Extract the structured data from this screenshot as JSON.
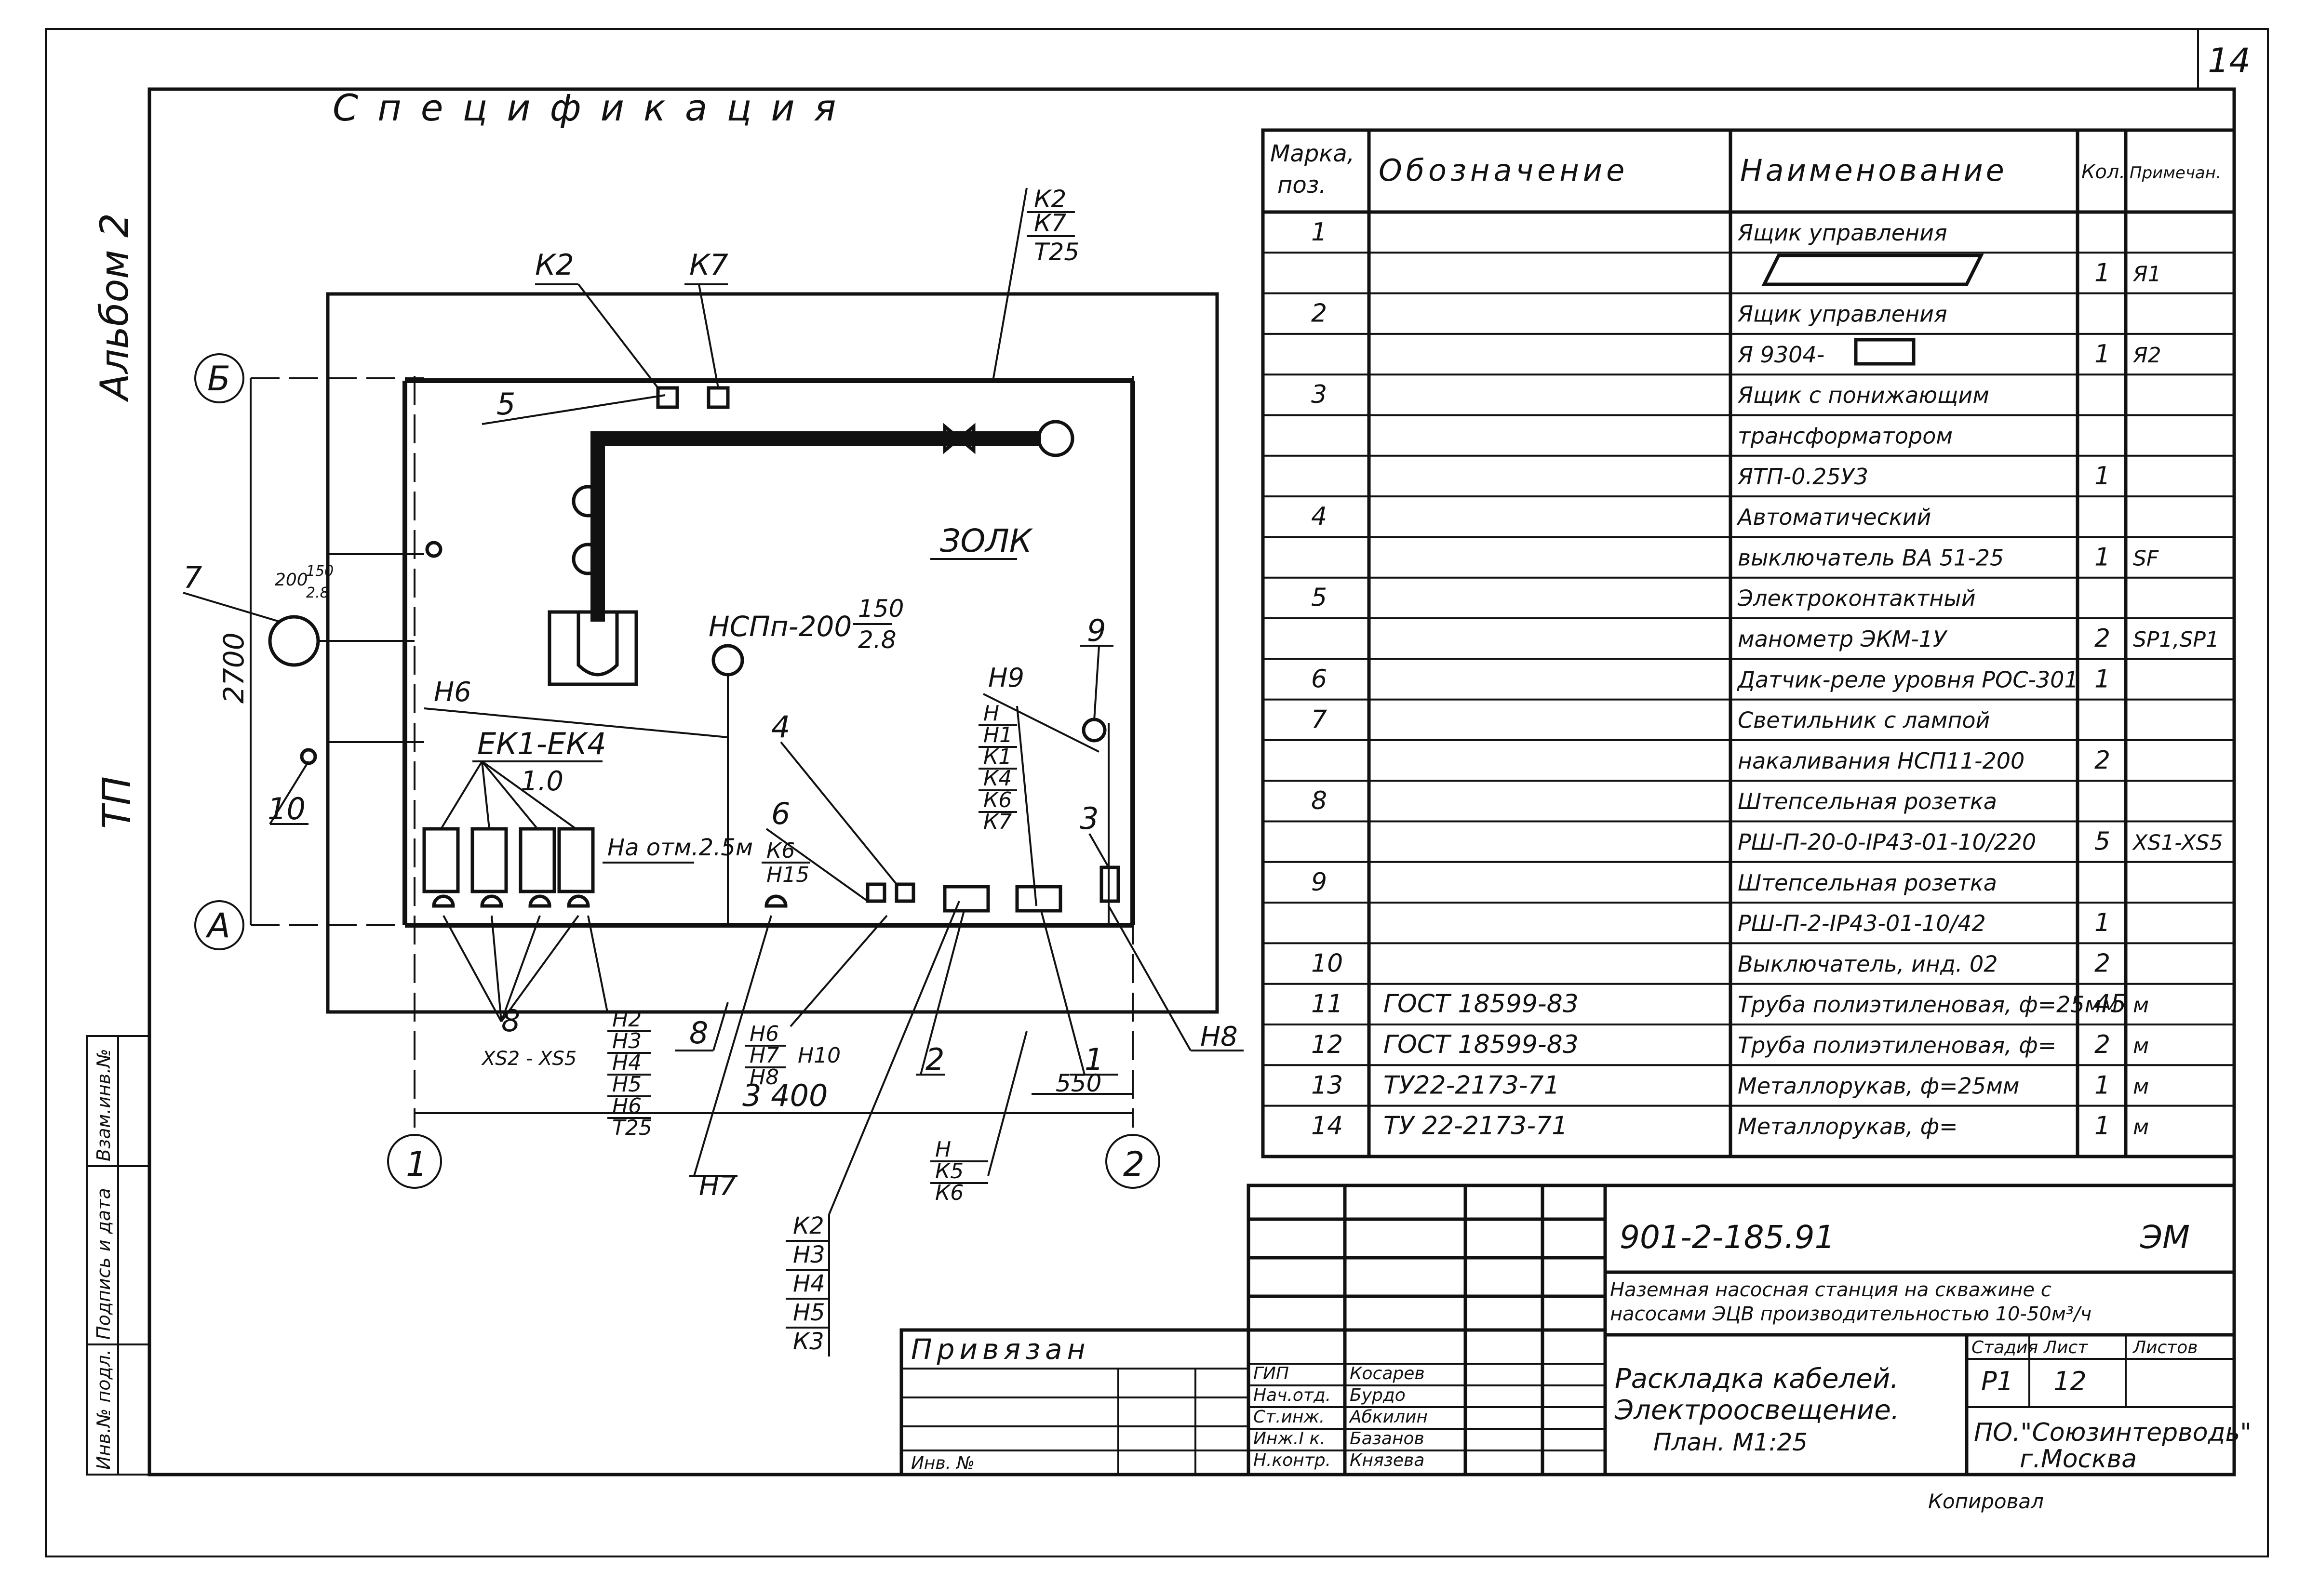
{
  "sheet": {
    "number": "14",
    "album": "Альбом 2",
    "tp": "ТП",
    "copied": "Копировал"
  },
  "spec": {
    "title": "Спецификация",
    "headers": {
      "mark_line1": "Марка,",
      "mark_line2": "поз.",
      "designation": "Обозначение",
      "name": "Наименование",
      "qty": "Кол.",
      "note": "Примечан."
    },
    "rows": [
      {
        "pos": "1",
        "designation": "",
        "name": "Ящик управления",
        "qty": "",
        "note": ""
      },
      {
        "pos": "",
        "designation": "",
        "name": "",
        "qty": "1",
        "note": "Я1"
      },
      {
        "pos": "2",
        "designation": "",
        "name": "Ящик управления",
        "qty": "",
        "note": ""
      },
      {
        "pos": "",
        "designation": "",
        "name": "Я 9304-",
        "qty": "1",
        "note": "Я2"
      },
      {
        "pos": "3",
        "designation": "",
        "name": "Ящик с понижающим",
        "qty": "",
        "note": ""
      },
      {
        "pos": "",
        "designation": "",
        "name": "трансформатором",
        "qty": "",
        "note": ""
      },
      {
        "pos": "",
        "designation": "",
        "name": "ЯТП-0.25У3",
        "qty": "1",
        "note": ""
      },
      {
        "pos": "4",
        "designation": "",
        "name": "Автоматический",
        "qty": "",
        "note": ""
      },
      {
        "pos": "",
        "designation": "",
        "name": "выключатель ВА 51-25",
        "qty": "1",
        "note": "SF"
      },
      {
        "pos": "5",
        "designation": "",
        "name": "Электроконтактный",
        "qty": "",
        "note": ""
      },
      {
        "pos": "",
        "designation": "",
        "name": "манометр ЭКМ-1У",
        "qty": "2",
        "note": "SP1,SP1"
      },
      {
        "pos": "6",
        "designation": "",
        "name": "Датчик-реле уровня РОС-301",
        "qty": "1",
        "note": ""
      },
      {
        "pos": "7",
        "designation": "",
        "name": "Светильник с лампой",
        "qty": "",
        "note": ""
      },
      {
        "pos": "",
        "designation": "",
        "name": "накаливания НСП11-200",
        "qty": "2",
        "note": ""
      },
      {
        "pos": "8",
        "designation": "",
        "name": "Штепсельная розетка",
        "qty": "",
        "note": ""
      },
      {
        "pos": "",
        "designation": "",
        "name": "РШ-П-20-0-IP43-01-10/220",
        "qty": "5",
        "note": "XS1-XS5"
      },
      {
        "pos": "9",
        "designation": "",
        "name": "Штепсельная розетка",
        "qty": "",
        "note": ""
      },
      {
        "pos": "",
        "designation": "",
        "name": "РШ-П-2-IP43-01-10/42",
        "qty": "1",
        "note": ""
      },
      {
        "pos": "10",
        "designation": "",
        "name": "Выключатель, инд. 02",
        "qty": "2",
        "note": ""
      },
      {
        "pos": "11",
        "designation": "ГОСТ 18599-83",
        "name": "Труба полиэтиленовая, ф=25мм",
        "qty": "45",
        "note": "м"
      },
      {
        "pos": "12",
        "designation": "ГОСТ 18599-83",
        "name": "Труба полиэтиленовая, ф=",
        "qty": "2",
        "note": "м"
      },
      {
        "pos": "13",
        "designation": "ТУ22-2173-71",
        "name": "Металлорукав, ф=25мм",
        "qty": "1",
        "note": "м"
      },
      {
        "pos": "14",
        "designation": "ТУ 22-2173-71",
        "name": "Металлорукав, ф=",
        "qty": "1",
        "note": "м"
      }
    ]
  },
  "plan": {
    "axis_b": "Б",
    "axis_a": "А",
    "axis_1": "1",
    "axis_2": "2",
    "dim_height": "2700",
    "dim_width": "3 400",
    "dim_550": "550",
    "room_name": "ЗОЛК",
    "lamp_label": "НСПп-200",
    "lamp_frac_top": "150",
    "lamp_frac_bot": "2.8",
    "lamp_left_label": "200",
    "lamp_left_frac_top": "150",
    "lamp_left_frac_bot": "2.8",
    "heaters_label": "ЕК1-ЕК4",
    "heaters_sub": "1.0",
    "otm_label": "На отм.2.5м",
    "sockets_label": "XS2 - XS5",
    "cables": {
      "k2": "К2",
      "k7": "К7",
      "top_right": [
        "К2",
        "К7",
        "Т25"
      ],
      "h6": "Н6",
      "h9": "Н9",
      "right_bundle": [
        "Н",
        "Н1",
        "К1",
        "К4",
        "К6",
        "К7"
      ],
      "k6_bundle": [
        "К6",
        "Н15"
      ],
      "bottom_left_bundle": [
        "Н2",
        "Н3",
        "Н4",
        "Н5",
        "Н6",
        "Т25"
      ],
      "mid_bundle": [
        "Н6",
        "Н7",
        "Н8"
      ],
      "h10": "Н10",
      "h7": "Н7",
      "h8": "Н8",
      "bottom_right_bundle": [
        "Н",
        "К5",
        "К6"
      ],
      "bottom_bundle": [
        "К2",
        "Н3",
        "Н4",
        "Н5",
        "К3"
      ]
    },
    "positions": [
      "1",
      "2",
      "3",
      "4",
      "5",
      "6",
      "7",
      "8",
      "8",
      "9",
      "10"
    ]
  },
  "title_block": {
    "doc_code": "901-2-185.91",
    "section": "ЭМ",
    "project_line1": "Наземная насосная станция на скважине с",
    "project_line2": "насосами ЭЦВ производительностью 10-50м³/ч",
    "stage_label": "Стадия",
    "sheet_label": "Лист",
    "sheets_label": "Листов",
    "stage": "Р1",
    "sheet": "12",
    "drawing_line1": "Раскладка кабелей.",
    "drawing_line2": "Электроосвещение.",
    "drawing_line3": "План. М1:25",
    "org_line1": "ПО.\"Союзинтерводь\"",
    "org_line2": "г.Москва",
    "roles": [
      "ГИП",
      "Нач.отд.",
      "Ст.инж.",
      "Инж.I к.",
      "Н.контр."
    ],
    "names": [
      "Косарев",
      "Бурдо",
      "Абкилин",
      "Базанов",
      "Князева"
    ],
    "linked_label": "Привязан",
    "inv_label": "Инв. №",
    "side_stamp": [
      "Инв.№ подл.",
      "Подпись и дата",
      "Взам.инв.№"
    ]
  }
}
